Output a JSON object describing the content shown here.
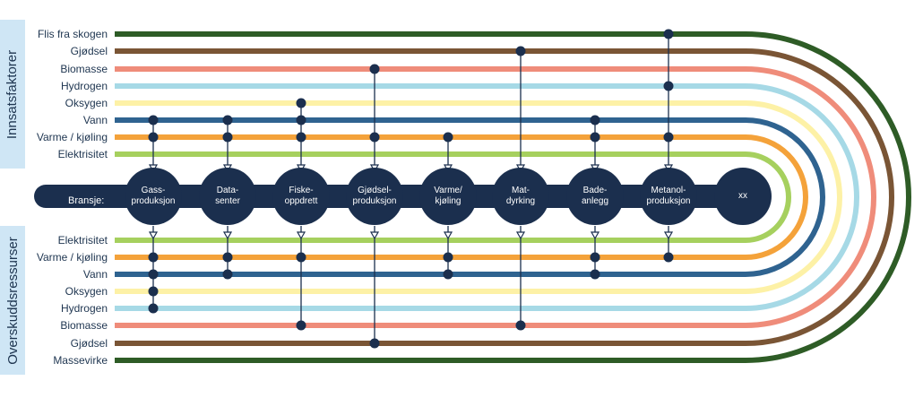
{
  "side_labels": {
    "top": "Innsatsfaktorer",
    "bottom": "Overskuddsressurser"
  },
  "bransje_label": "Bransje:",
  "colors": {
    "navy": "#1b2f4e",
    "flis": "#2e5c26",
    "gjodsel": "#7a5535",
    "biomasse": "#ef8c7a",
    "hydrogen": "#a6d9e6",
    "oksygen": "#fdf1a6",
    "vann": "#2f6390",
    "varme": "#f4a23a",
    "elektrisitet": "#a6d05e"
  },
  "input_rows": [
    {
      "label": "Flis fra skogen",
      "color": "flis"
    },
    {
      "label": "Gjødsel",
      "color": "gjodsel"
    },
    {
      "label": "Biomasse",
      "color": "biomasse"
    },
    {
      "label": "Hydrogen",
      "color": "hydrogen"
    },
    {
      "label": "Oksygen",
      "color": "oksygen"
    },
    {
      "label": "Vann",
      "color": "vann"
    },
    {
      "label": "Varme / kjøling",
      "color": "varme"
    },
    {
      "label": "Elektrisitet",
      "color": "elektrisitet"
    }
  ],
  "output_rows": [
    {
      "label": "Elektrisitet",
      "color": "elektrisitet"
    },
    {
      "label": "Varme / kjøling",
      "color": "varme"
    },
    {
      "label": "Vann",
      "color": "vann"
    },
    {
      "label": "Oksygen",
      "color": "oksygen"
    },
    {
      "label": "Hydrogen",
      "color": "hydrogen"
    },
    {
      "label": "Biomasse",
      "color": "biomasse"
    },
    {
      "label": "Gjødsel",
      "color": "gjodsel"
    },
    {
      "label": "Massevirke",
      "color": "flis"
    }
  ],
  "hubs": [
    {
      "label": "Gass-\nproduksjon",
      "inputs": [
        "Vann",
        "Varme / kjøling",
        "Elektrisitet"
      ],
      "outputs": [
        "Varme / kjøling",
        "Vann",
        "Oksygen",
        "Hydrogen"
      ]
    },
    {
      "label": "Data-\nsenter",
      "inputs": [
        "Vann",
        "Varme / kjøling",
        "Elektrisitet"
      ],
      "outputs": [
        "Varme / kjøling",
        "Vann"
      ]
    },
    {
      "label": "Fiske-\noppdrett",
      "inputs": [
        "Oksygen",
        "Vann",
        "Varme / kjøling",
        "Elektrisitet"
      ],
      "outputs": [
        "Elektrisitet",
        "Varme / kjøling",
        "Biomasse"
      ]
    },
    {
      "label": "Gjødsel-\nproduksjon",
      "inputs": [
        "Biomasse",
        "Varme / kjøling",
        "Elektrisitet"
      ],
      "outputs": [
        "Gjødsel"
      ]
    },
    {
      "label": "Varme/\nkjøling",
      "inputs": [
        "Varme / kjøling",
        "Elektrisitet"
      ],
      "outputs": [
        "Varme / kjøling",
        "Vann"
      ]
    },
    {
      "label": "Mat-\ndyrking",
      "inputs": [
        "Gjødsel"
      ],
      "outputs": [
        "Biomasse"
      ]
    },
    {
      "label": "Bade-\nanlegg",
      "inputs": [
        "Vann",
        "Varme / kjøling",
        "Elektrisitet"
      ],
      "outputs": [
        "Varme / kjøling",
        "Vann"
      ]
    },
    {
      "label": "Metanol-\nproduksjon",
      "inputs": [
        "Flis fra skogen",
        "Hydrogen",
        "Varme / kjøling",
        "Elektrisitet"
      ],
      "outputs": [
        "Varme / kjøling"
      ]
    },
    {
      "label": "xx",
      "inputs": [],
      "outputs": []
    }
  ]
}
